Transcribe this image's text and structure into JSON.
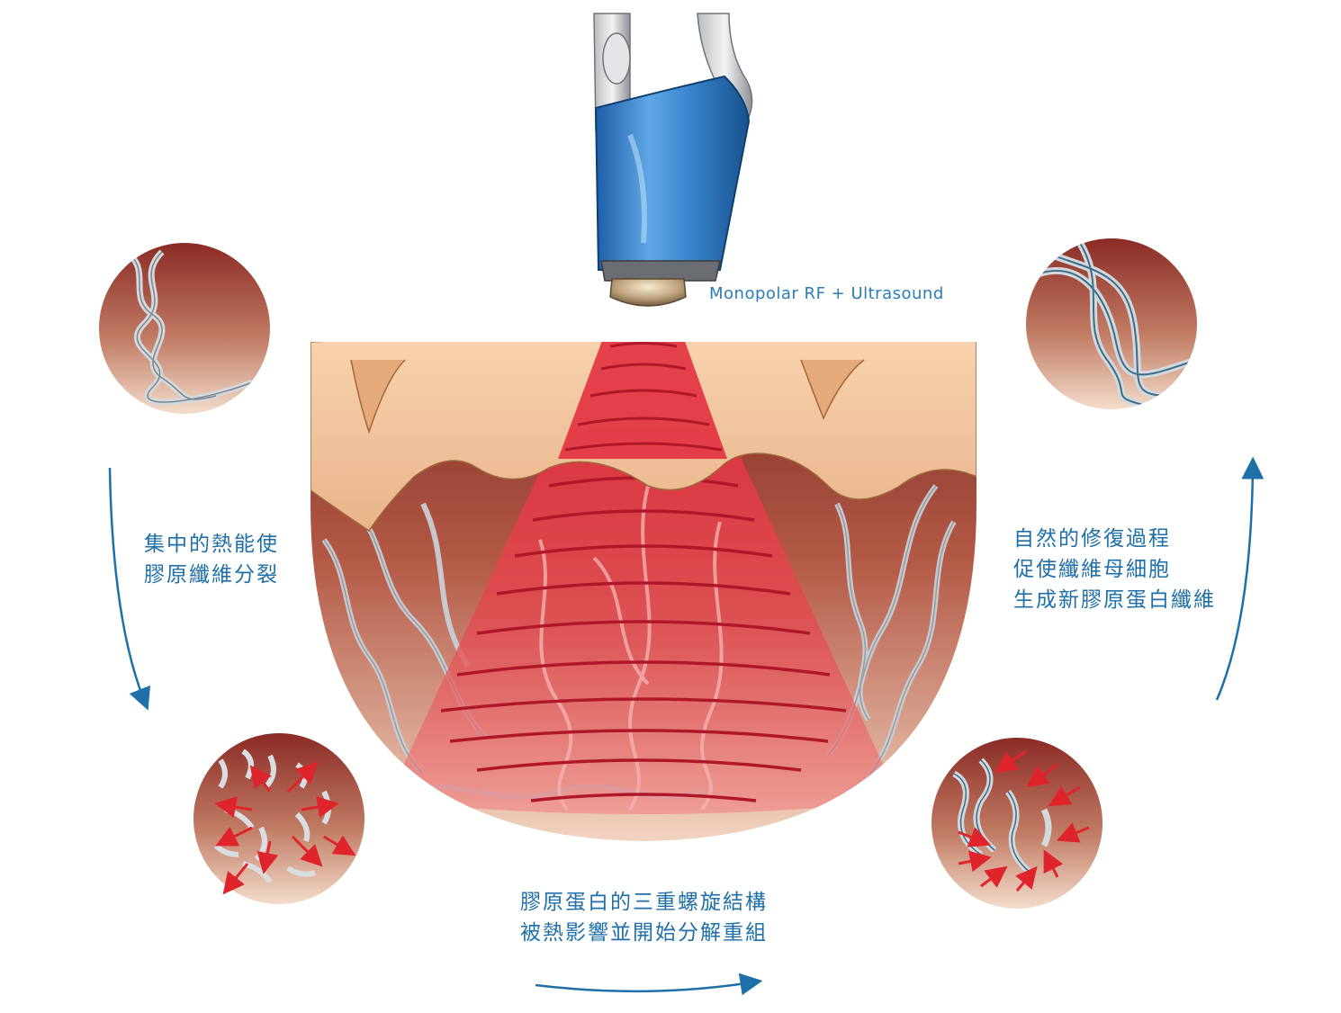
{
  "device": {
    "label": "Monopolar RF + Ultrasound"
  },
  "captions": {
    "left": [
      "集中的熱能使",
      "膠原纖維分裂"
    ],
    "right": [
      "自然的修復過程",
      "促使纖維母細胞",
      "生成新膠原蛋白纖維"
    ],
    "bottom": [
      "膠原蛋白的三重螺旋結構",
      "被熱影響並開始分解重組"
    ]
  },
  "colors": {
    "text": "#1f6fa8",
    "arrow": "#1f6fa8",
    "heat": "#e0303c",
    "skin": "#f0c29a",
    "tissue": "#a8503c",
    "probe": "#3b86cf"
  }
}
